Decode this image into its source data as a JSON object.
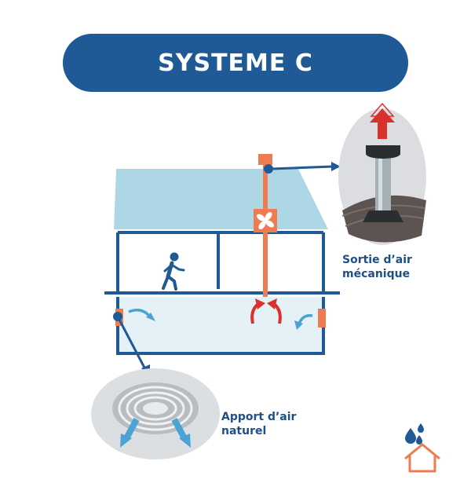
{
  "header": {
    "title": "SYSTEME C"
  },
  "labels": {
    "outlet_line1": "Sortie d’air",
    "outlet_line2": "mécanique",
    "inlet_line1": "Apport d’air",
    "inlet_line2": "naturel"
  },
  "colors": {
    "title_bg": "#1f5a96",
    "roof": "#aed7e6",
    "house_line": "#1f5a96",
    "duct": "#f07b52",
    "exhaust_arrow": "#d9312b",
    "inlet_arrow": "#4aa3d4",
    "basement_fill": "#e4f1f7"
  },
  "icons": [
    "person-walking-icon",
    "fan-icon",
    "water-drops-icon",
    "house-icon"
  ]
}
